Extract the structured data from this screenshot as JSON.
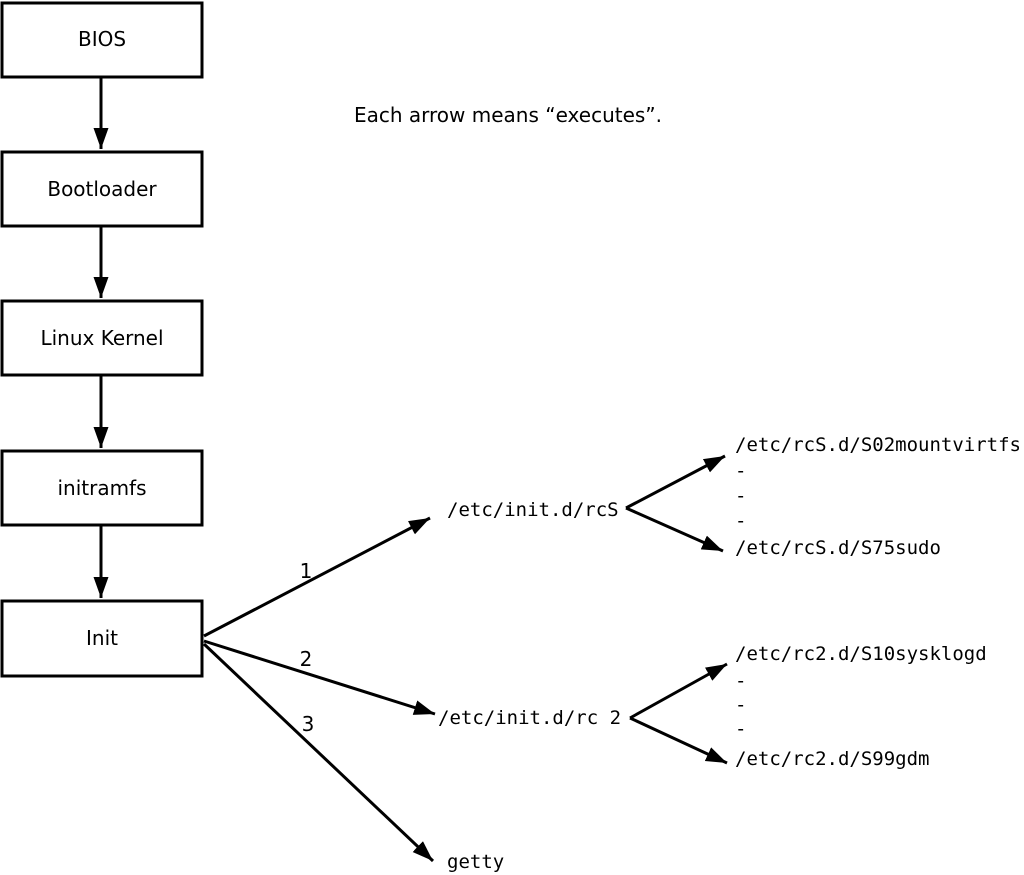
{
  "diagram": {
    "caption": "Each arrow means “executes”.",
    "boot_chain": [
      {
        "label": "BIOS"
      },
      {
        "label": "Bootloader"
      },
      {
        "label": "Linux Kernel"
      },
      {
        "label": "initramfs"
      },
      {
        "label": "Init"
      }
    ],
    "init_branches": [
      {
        "number": "1",
        "target": "/etc/init.d/rcS"
      },
      {
        "number": "2",
        "target": "/etc/init.d/rc 2"
      },
      {
        "number": "3",
        "target": "getty"
      }
    ],
    "rcS_scripts": [
      "/etc/rcS.d/S02mountvirtfs",
      "-",
      "-",
      "-",
      "/etc/rcS.d/S75sudo"
    ],
    "rc2_scripts": [
      "/etc/rc2.d/S10sysklogd",
      "-",
      "-",
      "-",
      "/etc/rc2.d/S99gdm"
    ],
    "colors": {
      "line": "#000000",
      "background": "#ffffff"
    }
  }
}
